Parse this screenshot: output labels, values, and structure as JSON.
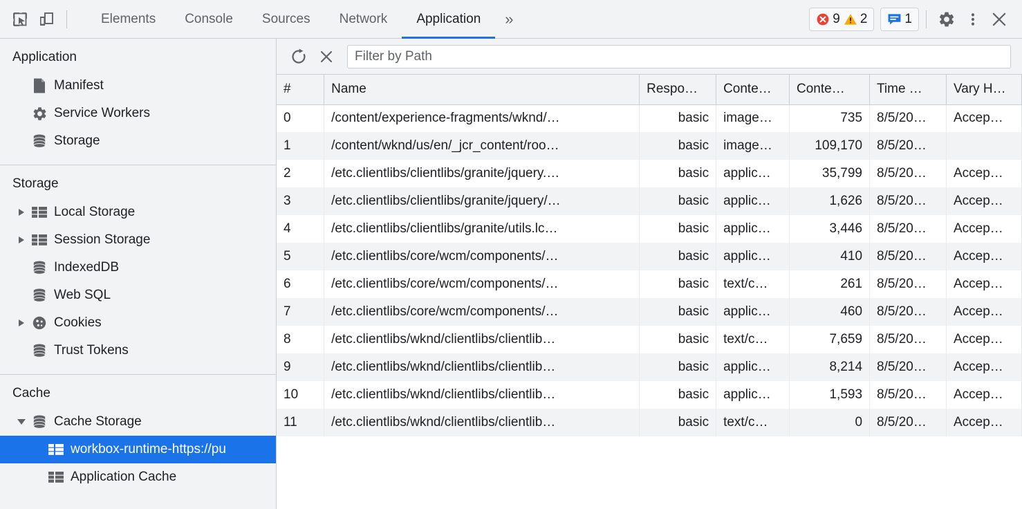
{
  "toolbar": {
    "inspect_icon": "inspect-element-icon",
    "device_icon": "device-toolbar-icon",
    "tabs": [
      {
        "label": "Elements",
        "active": false
      },
      {
        "label": "Console",
        "active": false
      },
      {
        "label": "Sources",
        "active": false
      },
      {
        "label": "Network",
        "active": false
      },
      {
        "label": "Application",
        "active": true
      }
    ],
    "more_tabs_label": "»",
    "counters": {
      "error_icon": "error-icon",
      "error_count": "9",
      "warning_icon": "warning-icon",
      "warning_count": "2",
      "message_icon": "message-icon",
      "message_count": "1"
    },
    "settings_icon": "gear-icon",
    "more_icon": "kebab-menu-icon",
    "close_icon": "close-icon",
    "colors": {
      "accent": "#1a73e8",
      "error": "#ea4335",
      "warning": "#f9ab00",
      "message": "#1a73e8",
      "panel_bg": "#f1f3f4"
    }
  },
  "sidebar": {
    "sections": [
      {
        "title": "Application",
        "items": [
          {
            "label": "Manifest",
            "icon": "manifest-document-icon",
            "arrow": "none",
            "indent": 1,
            "selected": false
          },
          {
            "label": "Service Workers",
            "icon": "gear-icon",
            "arrow": "none",
            "indent": 1,
            "selected": false
          },
          {
            "label": "Storage",
            "icon": "database-icon",
            "arrow": "none",
            "indent": 1,
            "selected": false
          }
        ]
      },
      {
        "title": "Storage",
        "items": [
          {
            "label": "Local Storage",
            "icon": "table-grid-icon",
            "arrow": "collapsed",
            "indent": 1,
            "selected": false
          },
          {
            "label": "Session Storage",
            "icon": "table-grid-icon",
            "arrow": "collapsed",
            "indent": 1,
            "selected": false
          },
          {
            "label": "IndexedDB",
            "icon": "database-icon",
            "arrow": "none",
            "indent": 1,
            "selected": false
          },
          {
            "label": "Web SQL",
            "icon": "database-icon",
            "arrow": "none",
            "indent": 1,
            "selected": false
          },
          {
            "label": "Cookies",
            "icon": "cookie-icon",
            "arrow": "collapsed",
            "indent": 1,
            "selected": false
          },
          {
            "label": "Trust Tokens",
            "icon": "database-icon",
            "arrow": "none",
            "indent": 1,
            "selected": false
          }
        ]
      },
      {
        "title": "Cache",
        "items": [
          {
            "label": "Cache Storage",
            "icon": "database-icon",
            "arrow": "expanded",
            "indent": 1,
            "selected": false
          },
          {
            "label": "workbox-runtime-https://pu",
            "icon": "table-grid-icon",
            "arrow": "none",
            "indent": 2,
            "selected": true
          },
          {
            "label": "Application Cache",
            "icon": "table-grid-icon",
            "arrow": "none",
            "indent": 2,
            "selected": false
          }
        ]
      }
    ]
  },
  "cache_view": {
    "refresh_icon": "refresh-icon",
    "delete_icon": "delete-x-icon",
    "filter_placeholder": "Filter by Path",
    "filter_value": "",
    "columns": [
      "#",
      "Name",
      "Respo…",
      "Conte…",
      "Conte…",
      "Time …",
      "Vary H…"
    ],
    "rows": [
      {
        "idx": "0",
        "name": "/content/experience-fragments/wknd/…",
        "response": "basic",
        "content_type": "image…",
        "content_length": "735",
        "time": "8/5/20…",
        "vary": "Accep…"
      },
      {
        "idx": "1",
        "name": "/content/wknd/us/en/_jcr_content/roo…",
        "response": "basic",
        "content_type": "image…",
        "content_length": "109,170",
        "time": "8/5/20…",
        "vary": ""
      },
      {
        "idx": "2",
        "name": "/etc.clientlibs/clientlibs/granite/jquery.…",
        "response": "basic",
        "content_type": "applic…",
        "content_length": "35,799",
        "time": "8/5/20…",
        "vary": "Accep…"
      },
      {
        "idx": "3",
        "name": "/etc.clientlibs/clientlibs/granite/jquery/…",
        "response": "basic",
        "content_type": "applic…",
        "content_length": "1,626",
        "time": "8/5/20…",
        "vary": "Accep…"
      },
      {
        "idx": "4",
        "name": "/etc.clientlibs/clientlibs/granite/utils.lc…",
        "response": "basic",
        "content_type": "applic…",
        "content_length": "3,446",
        "time": "8/5/20…",
        "vary": "Accep…"
      },
      {
        "idx": "5",
        "name": "/etc.clientlibs/core/wcm/components/…",
        "response": "basic",
        "content_type": "applic…",
        "content_length": "410",
        "time": "8/5/20…",
        "vary": "Accep…"
      },
      {
        "idx": "6",
        "name": "/etc.clientlibs/core/wcm/components/…",
        "response": "basic",
        "content_type": "text/c…",
        "content_length": "261",
        "time": "8/5/20…",
        "vary": "Accep…"
      },
      {
        "idx": "7",
        "name": "/etc.clientlibs/core/wcm/components/…",
        "response": "basic",
        "content_type": "applic…",
        "content_length": "460",
        "time": "8/5/20…",
        "vary": "Accep…"
      },
      {
        "idx": "8",
        "name": "/etc.clientlibs/wknd/clientlibs/clientlib…",
        "response": "basic",
        "content_type": "text/c…",
        "content_length": "7,659",
        "time": "8/5/20…",
        "vary": "Accep…"
      },
      {
        "idx": "9",
        "name": "/etc.clientlibs/wknd/clientlibs/clientlib…",
        "response": "basic",
        "content_type": "applic…",
        "content_length": "8,214",
        "time": "8/5/20…",
        "vary": "Accep…"
      },
      {
        "idx": "10",
        "name": "/etc.clientlibs/wknd/clientlibs/clientlib…",
        "response": "basic",
        "content_type": "applic…",
        "content_length": "1,593",
        "time": "8/5/20…",
        "vary": "Accep…"
      },
      {
        "idx": "11",
        "name": "/etc.clientlibs/wknd/clientlibs/clientlib…",
        "response": "basic",
        "content_type": "text/c…",
        "content_length": "0",
        "time": "8/5/20…",
        "vary": "Accep…"
      }
    ]
  }
}
